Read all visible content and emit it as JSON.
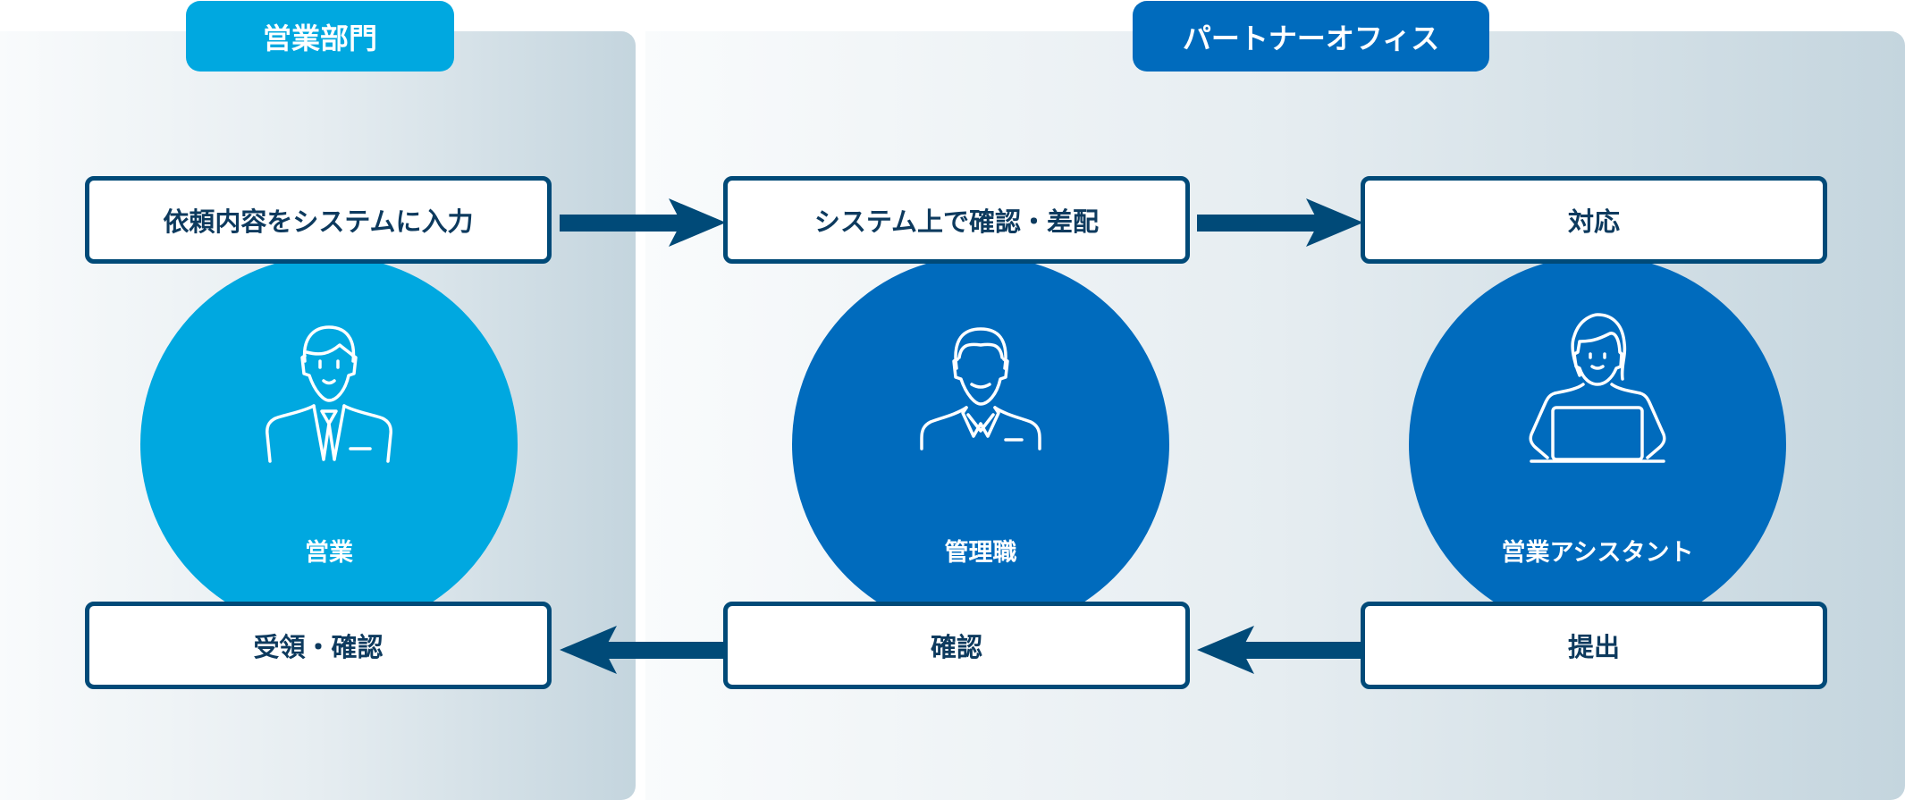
{
  "departments": {
    "sales": {
      "label": "営業部門"
    },
    "partner": {
      "label": "パートナーオフィス"
    }
  },
  "roles": [
    {
      "label": "営業",
      "color": "#00a8e0"
    },
    {
      "label": "管理職",
      "color": "#006bbd"
    },
    {
      "label": "営業アシスタント",
      "color": "#006bbd"
    }
  ],
  "steps": {
    "top": [
      "依頼内容をシステムに入力",
      "システム上で確認・差配",
      "対応"
    ],
    "bottom": [
      "受領・確認",
      "確認",
      "提出"
    ]
  },
  "colors": {
    "border": "#004a78",
    "light_blue": "#00a8e0",
    "dark_blue": "#006bbd"
  }
}
